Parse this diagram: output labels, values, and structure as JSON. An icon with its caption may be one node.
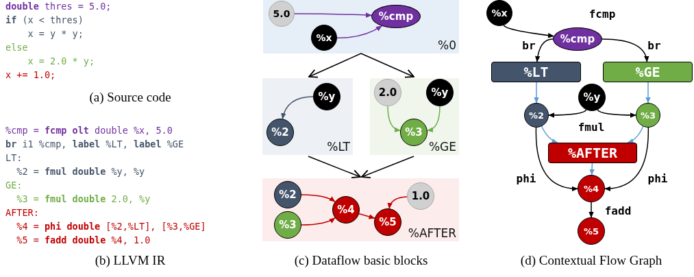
{
  "diagram": {
    "nodes": [
      {
        "text": [
          "%0"
        ]
      },
      {
        "text": [
          "5.0"
        ],
        "in": 0
      },
      {
        "text": [
          "%x"
        ],
        "in": 0
      },
      {
        "text": [
          "%cmp"
        ],
        "in": 0
      },
      {
        "text": [
          "%LT"
        ]
      },
      {
        "text": [
          "%y"
        ],
        "in": 4
      },
      {
        "text": [
          "%2"
        ],
        "in": 4
      },
      {
        "text": [
          "%GE"
        ]
      },
      {
        "text": [
          "2.0"
        ],
        "in": 7
      },
      {
        "text": [
          "%y"
        ],
        "in": 7
      },
      {
        "text": [
          "%3"
        ],
        "in": 7
      },
      {
        "text": [
          "%AFTER"
        ]
      },
      {
        "text": [
          "%2"
        ],
        "in": 11
      },
      {
        "text": [
          "%3"
        ],
        "in": 11
      },
      {
        "text": [
          "%4"
        ],
        "in": 11
      },
      {
        "text": [
          "%5"
        ],
        "in": 11
      },
      {
        "text": [
          "1.0"
        ],
        "in": 11
      },
      {
        "text": [
          "%x"
        ]
      },
      {
        "text": [
          "%cmp"
        ]
      },
      {
        "text": [
          "%LT"
        ]
      },
      {
        "text": [
          "%GE"
        ]
      },
      {
        "text": [
          "%y"
        ]
      },
      {
        "text": [
          "%2"
        ]
      },
      {
        "text": [
          "%3"
        ]
      },
      {
        "text": [
          "%AFTER"
        ]
      },
      {
        "text": [
          "%4"
        ]
      },
      {
        "text": [
          "%5"
        ]
      }
    ],
    "edges": [
      {
        "from": 1,
        "to": 3,
        "arrow": "to",
        "color": "#7030a0"
      },
      {
        "from": 2,
        "to": 3,
        "arrow": "to",
        "color": "#7030a0"
      },
      {
        "from": 0,
        "to": 4,
        "arrow": "to"
      },
      {
        "from": 0,
        "to": 7,
        "arrow": "to"
      },
      {
        "from": 5,
        "to": 6,
        "arrow": "to",
        "color": "#44546a"
      },
      {
        "from": 8,
        "to": 10,
        "arrow": "to",
        "color": "#70ad47"
      },
      {
        "from": 9,
        "to": 10,
        "arrow": "to",
        "color": "#70ad47"
      },
      {
        "from": 4,
        "to": 11,
        "arrow": "to"
      },
      {
        "from": 7,
        "to": 11,
        "arrow": "to"
      },
      {
        "from": 12,
        "to": 14,
        "arrow": "to",
        "color": "#c00000"
      },
      {
        "from": 13,
        "to": 14,
        "arrow": "to",
        "color": "#c00000"
      },
      {
        "from": 14,
        "to": 15,
        "arrow": "to",
        "color": "#c00000"
      },
      {
        "from": 16,
        "to": 15,
        "arrow": "to",
        "color": "#c00000"
      },
      {
        "from": 17,
        "to": 18,
        "arrow": "to",
        "label": "fcmp"
      },
      {
        "from": 18,
        "to": 19,
        "arrow": "to",
        "label": "br"
      },
      {
        "from": 18,
        "to": 20,
        "arrow": "to",
        "label": "br"
      },
      {
        "from": 19,
        "to": 22,
        "arrow": "to",
        "color": "#5b9bd5"
      },
      {
        "from": 20,
        "to": 23,
        "arrow": "to",
        "color": "#5b9bd5"
      },
      {
        "from": 21,
        "to": 22,
        "arrow": "to",
        "label": "fmul"
      },
      {
        "from": 21,
        "to": 23,
        "arrow": "to"
      },
      {
        "from": 22,
        "to": 24,
        "arrow": "to",
        "color": "#5b9bd5"
      },
      {
        "from": 23,
        "to": 24,
        "arrow": "to",
        "color": "#5b9bd5"
      },
      {
        "from": 24,
        "to": 25,
        "arrow": "to",
        "color": "#5b9bd5"
      },
      {
        "from": 22,
        "to": 25,
        "arrow": "to",
        "label": "phi"
      },
      {
        "from": 23,
        "to": 25,
        "arrow": "to",
        "label": "phi"
      },
      {
        "from": 25,
        "to": 26,
        "arrow": "to",
        "label": "fadd"
      }
    ],
    "labels": [
      "**double** thres = 5.0;",
      "**if** (x < thres)",
      "x = y * y;",
      "else",
      "x = 2.0 * y;",
      "x += 1.0;",
      "(a) Source code",
      "%cmp = **fcmp olt** double %x, 5.0",
      "**br** i1 %cmp, **label** %LT, **label** %GE",
      "LT:",
      "%2 = **fmul double** %y, %y",
      "GE:",
      "%3 = **fmul double** 2.0, %y",
      "AFTER:",
      "%4 = **phi double** [%2,%LT], [%3,%GE]",
      "%5 = **fadd double** %4, 1.0",
      "(b) LLVM IR",
      "(c) Dataflow basic blocks",
      "(d) Contextual Flow Graph"
    ]
  }
}
